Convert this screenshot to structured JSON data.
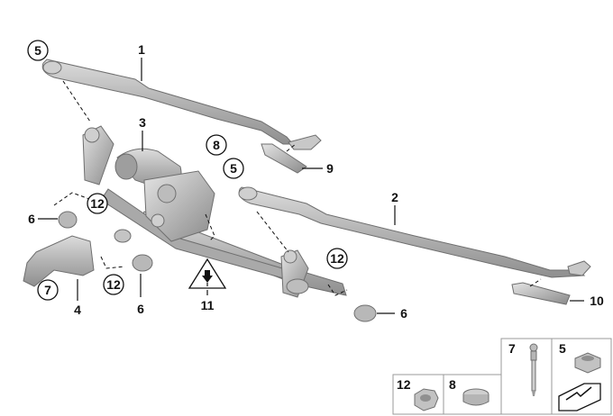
{
  "callouts": {
    "c1": "1",
    "c2": "2",
    "c3": "3",
    "c4": "4",
    "c5a": "5",
    "c5b": "5",
    "c6a": "6",
    "c6b": "6",
    "c6c": "6",
    "c7": "7",
    "c8": "8",
    "c9": "9",
    "c10": "10",
    "c11": "11",
    "c12a": "12",
    "c12b": "12",
    "c12c": "12"
  },
  "legend": {
    "p7": "7",
    "p5": "5",
    "p12": "12",
    "p8": "8"
  },
  "colors": {
    "part_fill": "#b9b9b9",
    "part_stroke": "#6f6f6f",
    "line": "#111111"
  }
}
